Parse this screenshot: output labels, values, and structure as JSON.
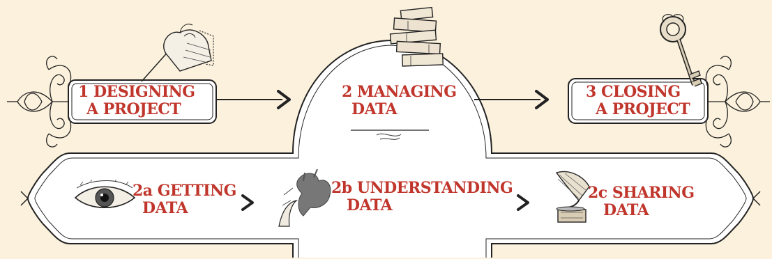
{
  "colors": {
    "background": "#fbf1dc",
    "label": "#c0362c",
    "line": "#222222",
    "box_fill": "#ffffff"
  },
  "stages": [
    {
      "line1": "1 DESIGNING",
      "line2": "A PROJECT",
      "icon": "quill-hand-icon"
    },
    {
      "line1": "2 MANAGING",
      "line2": "DATA",
      "icon": "book-stack-icon"
    },
    {
      "line1": "3 CLOSING",
      "line2": "A PROJECT",
      "icon": "key-icon"
    }
  ],
  "substages": [
    {
      "line1": "2a GETTING",
      "line2": "DATA",
      "icon": "eye-icon"
    },
    {
      "line1": "2b UNDERSTANDING",
      "line2": "DATA",
      "icon": "hand-shadow-rabbit-icon"
    },
    {
      "line1": "2c SHARING",
      "line2": "DATA",
      "icon": "gramophone-icon"
    }
  ]
}
